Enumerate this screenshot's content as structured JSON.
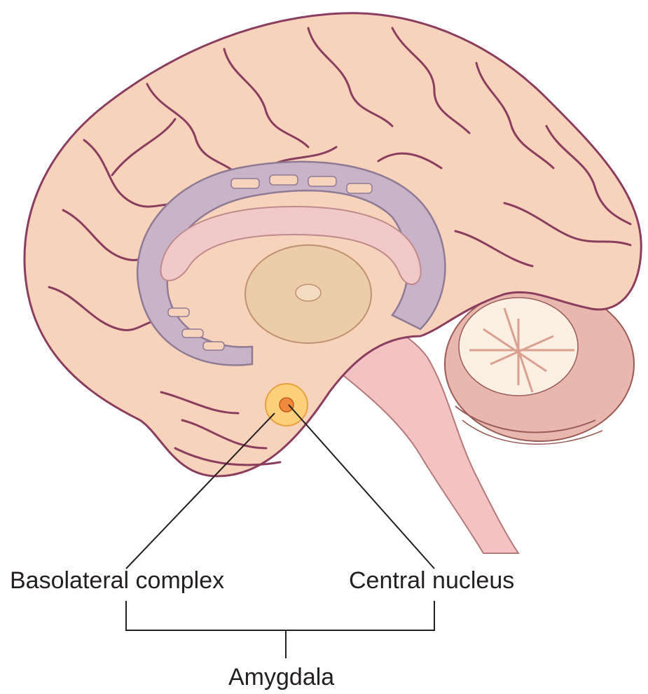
{
  "labels": {
    "basolateral": "Basolateral complex",
    "central": "Central nucleus",
    "amygdala": "Amygdala"
  },
  "colors": {
    "cortex_fill": "#f7d3bb",
    "cortex_shade": "#efbfa3",
    "sulcus": "#8a3d5f",
    "ventricle": "#c8b3c9",
    "ventricle_edge": "#8f7a96",
    "corpus": "#f2c9c9",
    "thalamus": "#eccdaa",
    "brainstem": "#f3c3c3",
    "cerebellum": "#e8b7ad",
    "cerebellum_white": "#fbeee2",
    "amygdala_outer": "#fcd07a",
    "amygdala_inner": "#f08a3c",
    "leader": "#231f20"
  }
}
